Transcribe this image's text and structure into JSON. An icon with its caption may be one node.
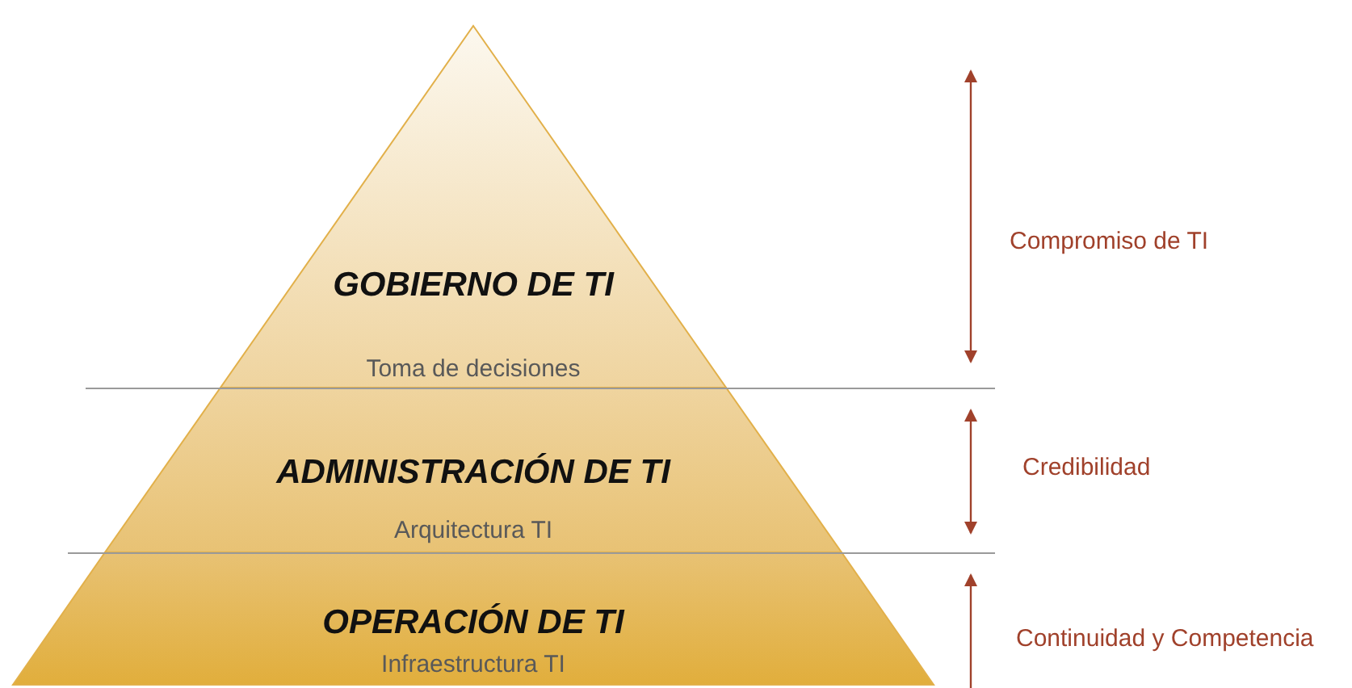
{
  "diagram": {
    "nodes": [
      {
        "text": [
          "GOBIERNO DE TI",
          "Toma de decisiones"
        ]
      },
      {
        "text": [
          "ADMINISTRACIÓN DE TI",
          "Arquitectura TI"
        ]
      },
      {
        "text": [
          "OPERACIÓN DE TI",
          "Infraestructura TI"
        ]
      }
    ],
    "labels": [
      "Compromiso de TI",
      "Credibilidad",
      "Continuidad y Competencia"
    ]
  }
}
